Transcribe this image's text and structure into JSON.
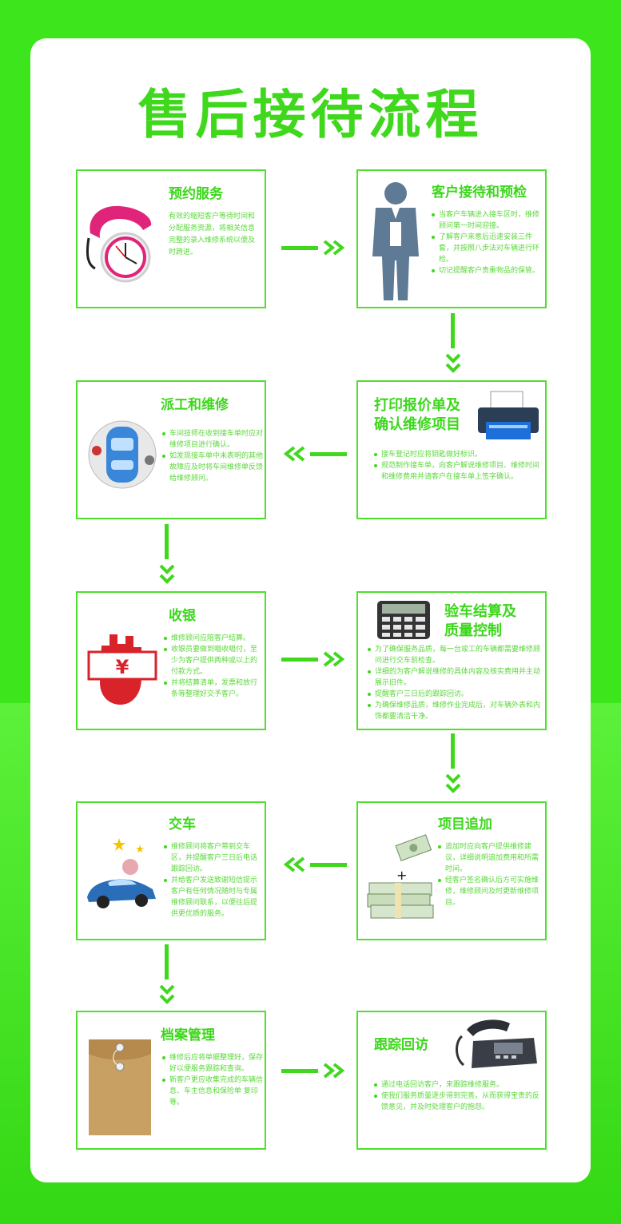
{
  "title": "售后接待流程",
  "steps": [
    {
      "title": "预约服务",
      "text": "有效的缩短客户等待时间和分配服务资源，将相关信息完整的录入维修系统以便及时跨进。"
    },
    {
      "title": "客户接待和预检",
      "items": [
        "当客户车辆进入接车区时，维修顾问第一时间迎接。",
        "了解客户来意后迅速安装三件套，并按照八步法对车辆进行环检。",
        "切记提醒客户贵重物品的保管。"
      ]
    },
    {
      "title": "打印报价单及确认维修项目",
      "title_line1": "打印报价单及",
      "title_line2": "确认维修项目",
      "items": [
        "接车登记时应将钥匙做好标识。",
        "规范制作接车单，向客户解说维修项目、维修时间和维修费用并请客户在接车单上签字确认。"
      ]
    },
    {
      "title": "派工和维修",
      "items": [
        "车间技师在收到接车单时应对维修项目进行确认。",
        "如发现接车单中未表明的其他故障应及时将车间维修单反馈给维修顾问。"
      ]
    },
    {
      "title": "收银",
      "items": [
        "维修顾问应陪客户结算。",
        "收银员要做到唱收唱付，至少为客户提供两种或以上的付款方式。",
        "并将结算清单，发票和放行条等整理好交予客户。"
      ]
    },
    {
      "title_line1": "验车结算及",
      "title_line2": "质量控制",
      "items": [
        "为了确保服务品质，每一台竣工的车辆都需要维修顾问进行交车前检查。",
        "详细的为客户解说维修的具体内容及核实费用并主动展示旧件。",
        "提醒客户三日后的跟踪回访。",
        "为确保维修品质，维修作业完成后，对车辆外表和内饰都要清洁干净。"
      ]
    },
    {
      "title": "项目追加",
      "items": [
        "追加时应向客户提供维修建议，详细说明追加费用和所需时间。",
        "经客户签名确认后方可实施维修，维修顾问及时更新维修项目。"
      ]
    },
    {
      "title": "交车",
      "items": [
        "维修顾问将客户带到交车区，并提醒客户三日后电话跟踪回访。",
        "并给客户发送致谢短信提示客户有任何情况随时与专属维修顾问联系，以便往后提供更优质的服务。"
      ]
    },
    {
      "title": "档案管理",
      "items": [
        "维修后应将单据整理好，保存好以便服务跟踪和查询。",
        "新客户更应收集完成的车辆信息、车主信息和保险单 复印等。"
      ]
    },
    {
      "title": "跟踪回访",
      "items": [
        "通过电话回访客户，来跟踪维修服务。",
        "使我们服务质量逐步得到完善，从而获得宝贵的反馈意见，并及时处理客户的抱怨。"
      ]
    }
  ],
  "icons": [
    "telephone-clock-icon",
    "waiter-icon",
    "printer-icon",
    "car-repair-icon",
    "cashier-hand-icon",
    "calculator-icon",
    "money-icon",
    "car-icon",
    "envelope-icon",
    "desk-phone-icon"
  ],
  "money_plus": "+",
  "yen": "¥",
  "colors": {
    "bg": "#3de51c",
    "accent": "#3fd81c",
    "text": "#5bd83a"
  }
}
